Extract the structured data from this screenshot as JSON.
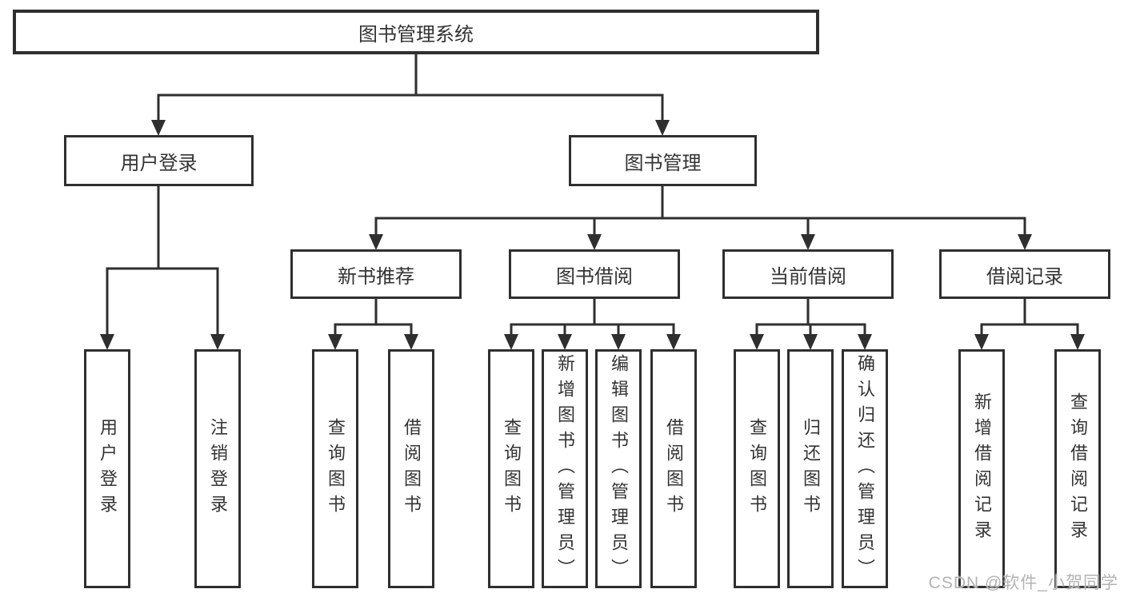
{
  "diagram": {
    "root": "图书管理系统",
    "level1": [
      "用户登录",
      "图书管理"
    ],
    "level2": [
      "新书推荐",
      "图书借阅",
      "当前借阅",
      "借阅记录"
    ],
    "leaves": {
      "user_login": [
        "用户登录",
        "注销登录"
      ],
      "new_book_recommend": [
        "查询图书",
        "借阅图书"
      ],
      "book_borrow": [
        "查询图书",
        "新增图书（管理员）",
        "编辑图书（管理员）",
        "借阅图书"
      ],
      "current_borrow": [
        "查询图书",
        "归还图书",
        "确认归还（管理员）"
      ],
      "borrow_records": [
        "新增借阅记录",
        "查询借阅记录"
      ]
    },
    "line_color": "#2f2f2f",
    "text_color": "#333333",
    "background_color": "#ffffff"
  },
  "watermark": {
    "text": "CSDN @软件_小贺同学",
    "color": "#b3b3b3"
  }
}
